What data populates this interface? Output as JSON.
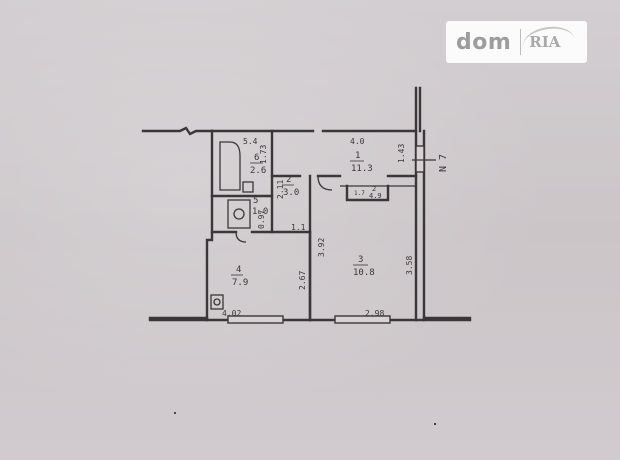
{
  "watermark": {
    "brand": "dom",
    "brand_suffix": "RIA"
  },
  "plan": {
    "north_marker": "N 7",
    "rooms": [
      {
        "id": "1",
        "area": "11.3"
      },
      {
        "id": "2",
        "area": "3.0"
      },
      {
        "id": "3",
        "area": "10.8"
      },
      {
        "id": "4",
        "area": "7.9"
      },
      {
        "id": "5",
        "area": "1.0"
      },
      {
        "id": "6",
        "area": "2.6"
      }
    ],
    "closet": {
      "id": "2",
      "area": "4.9"
    },
    "dimensions": {
      "room1_top": "4.0",
      "room1_side": "1.43",
      "bath_top": "5.4",
      "bath_side": "1.73",
      "hall_side": "2.11",
      "wc_side": "0.97",
      "hall_bottom": "1.1",
      "closet_width": "1.7",
      "room4_bottom": "4.02",
      "room4_side": "2.67",
      "room3_left": "3.92",
      "room3_right": "3.58",
      "room3_bottom": "2.98"
    }
  }
}
